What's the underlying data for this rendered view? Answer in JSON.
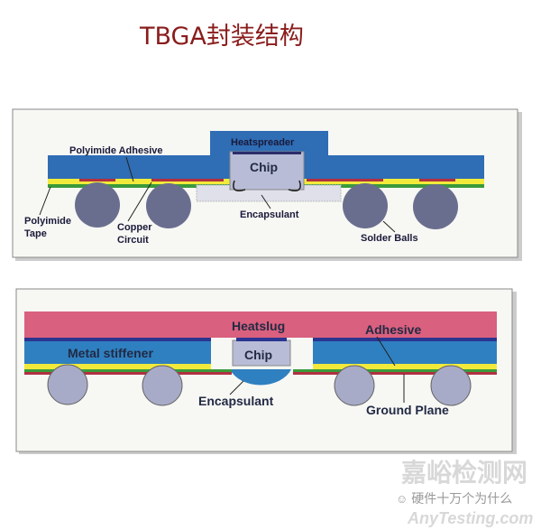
{
  "title": "TBGA封装结构",
  "diagram1": {
    "heatspreader": "Heatspreader",
    "chip": "Chip",
    "polyimide_adhesive": "Polyimide Adhesive",
    "polyimide_tape_1": "Polyimide",
    "polyimide_tape_2": "Tape",
    "copper_circuit_1": "Copper",
    "copper_circuit_2": "Circuit",
    "encapsulant": "Encapsulant",
    "solder_balls": "Solder Balls"
  },
  "diagram2": {
    "heatslug": "Heatslug",
    "adhesive": "Adhesive",
    "metal_stiffener": "Metal stiffener",
    "chip": "Chip",
    "encapsulant": "Encapsulant",
    "ground_plane": "Ground Plane"
  },
  "watermark": {
    "site_cn": "嘉峪检测网",
    "site_en": "AnyTesting.com",
    "account": "硬件十万个为什么"
  },
  "colors": {
    "blue": "#2f6db5",
    "yellow": "#f2ea3a",
    "green": "#3a9a3a",
    "red": "#b03040",
    "ball": "#6a6e8e",
    "chip": "#b8bcd6",
    "heatslug": "#d9607e"
  }
}
